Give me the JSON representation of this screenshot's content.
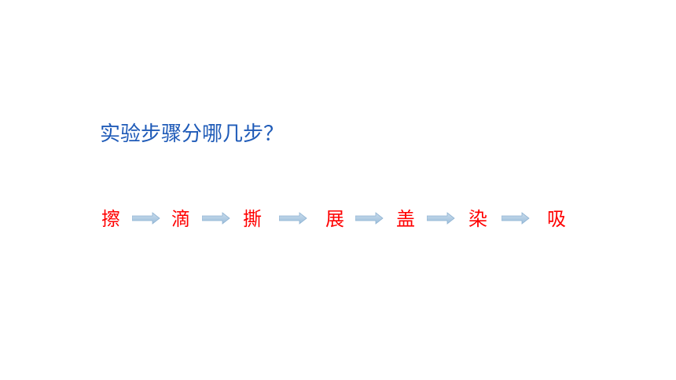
{
  "question": "实验步骤分哪几步？",
  "steps": [
    "擦",
    "滴",
    "撕",
    "展",
    "盖",
    "染",
    "吸"
  ],
  "colors": {
    "question": "#1f5bb8",
    "steps": "#ff0000",
    "arrow_fill_top": "#c9dcec",
    "arrow_fill_bottom": "#9dbfdc",
    "arrow_stroke": "#8fb3d3"
  },
  "icons": {
    "connector": "right-arrow-icon"
  }
}
